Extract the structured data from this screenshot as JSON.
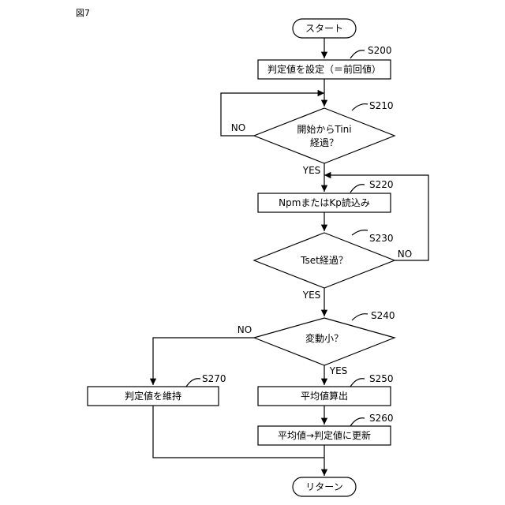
{
  "figure_label": "図7",
  "nodes": {
    "start": {
      "text": "スタート"
    },
    "s200": {
      "step": "S200",
      "text": "判定値を設定（＝前回値）"
    },
    "s210": {
      "step": "S210",
      "line1": "開始からTini",
      "line2": "経過？"
    },
    "s220": {
      "step": "S220",
      "text": "NpmまたはKp読込み"
    },
    "s230": {
      "step": "S230",
      "text": "Tset経過？"
    },
    "s240": {
      "step": "S240",
      "text": "変動小？"
    },
    "s250": {
      "step": "S250",
      "text": "平均値算出"
    },
    "s260": {
      "step": "S260",
      "text": "平均値→判定値に更新"
    },
    "s270": {
      "step": "S270",
      "text": "判定値を維持"
    },
    "end": {
      "text": "リターン"
    }
  },
  "edge_labels": {
    "s210_no": "NO",
    "s210_yes": "YES",
    "s230_no": "NO",
    "s230_yes": "YES",
    "s240_no": "NO",
    "s240_yes": "YES"
  }
}
